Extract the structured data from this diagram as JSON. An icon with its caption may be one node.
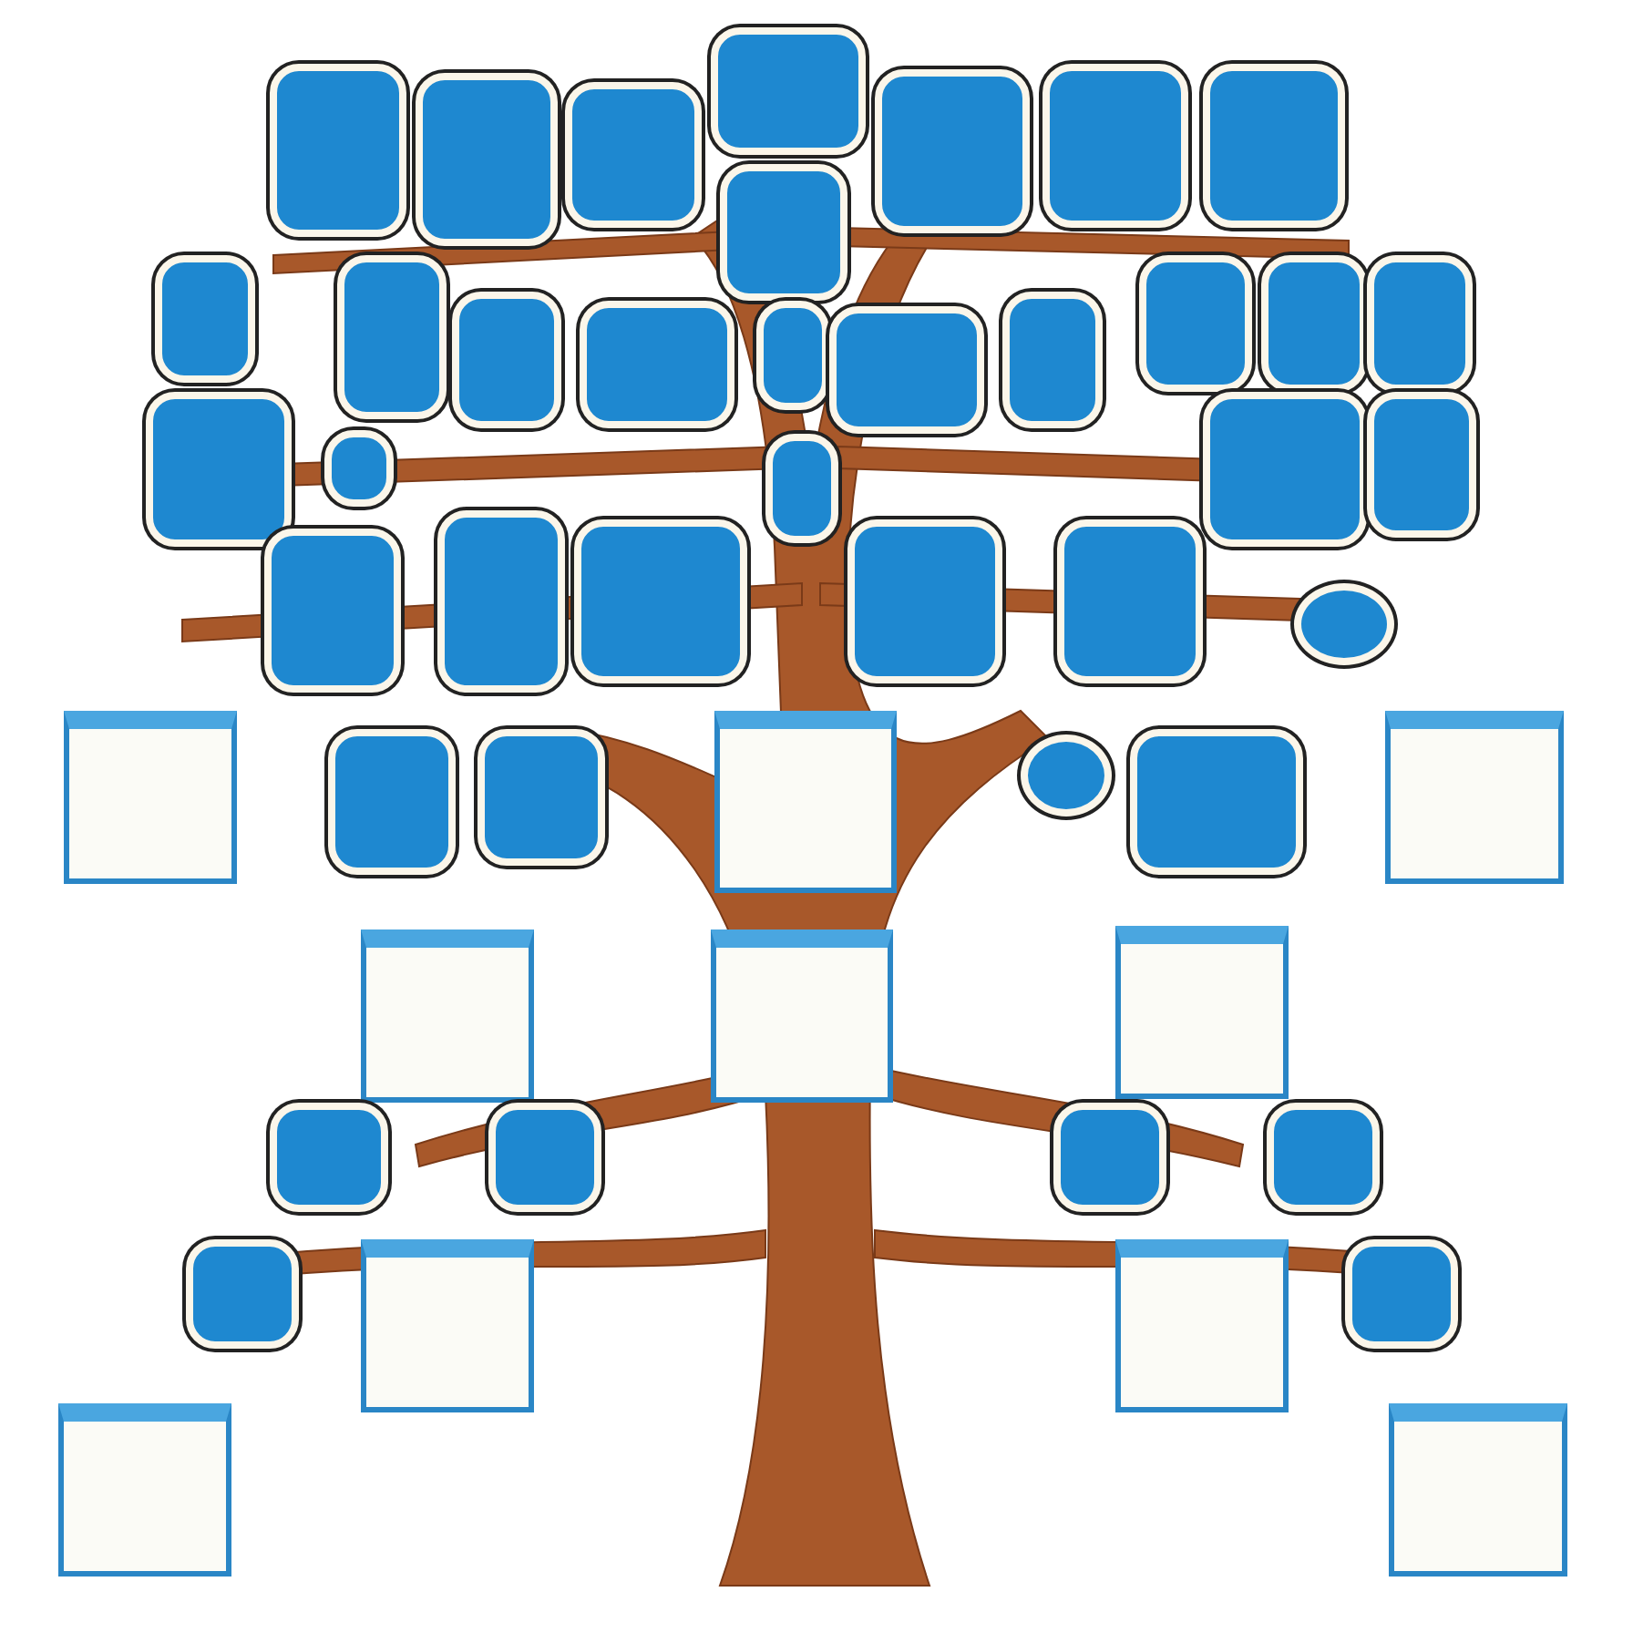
{
  "diagram": {
    "nodes": [
      {
        "text": [],
        "shape": "box"
      },
      {
        "text": [],
        "shape": "box"
      },
      {
        "text": [],
        "shape": "box"
      },
      {
        "text": [],
        "shape": "box"
      },
      {
        "text": [],
        "shape": "box"
      },
      {
        "text": [],
        "shape": "box"
      },
      {
        "text": [],
        "shape": "box"
      },
      {
        "text": [],
        "shape": "box"
      },
      {
        "text": [],
        "shape": "box"
      },
      {
        "text": [],
        "shape": "box"
      },
      {
        "text": [],
        "shape": "box"
      },
      {
        "text": [],
        "shape": "box"
      },
      {
        "text": [],
        "shape": "box"
      },
      {
        "text": [],
        "shape": "box"
      },
      {
        "text": [],
        "shape": "box"
      },
      {
        "text": [],
        "shape": "box"
      },
      {
        "text": [],
        "shape": "box"
      },
      {
        "text": [],
        "shape": "box"
      },
      {
        "text": [],
        "shape": "box"
      },
      {
        "text": [],
        "shape": "box"
      },
      {
        "text": [],
        "shape": "box"
      },
      {
        "text": [],
        "shape": "box"
      },
      {
        "text": [],
        "shape": "box"
      },
      {
        "text": [],
        "shape": "box"
      },
      {
        "text": [],
        "shape": "box"
      },
      {
        "text": [],
        "shape": "box"
      },
      {
        "text": [],
        "shape": "box"
      },
      {
        "text": [],
        "shape": "box"
      },
      {
        "text": [],
        "shape": "circle"
      },
      {
        "text": [],
        "shape": "card"
      },
      {
        "text": [],
        "shape": "card"
      },
      {
        "text": [],
        "shape": "card"
      },
      {
        "text": [],
        "shape": "box"
      },
      {
        "text": [],
        "shape": "box"
      },
      {
        "text": [],
        "shape": "circle"
      },
      {
        "text": [],
        "shape": "box"
      },
      {
        "text": [],
        "shape": "card"
      },
      {
        "text": [],
        "shape": "card"
      },
      {
        "text": [],
        "shape": "card"
      },
      {
        "text": [],
        "shape": "card"
      },
      {
        "text": [],
        "shape": "card"
      },
      {
        "text": [],
        "shape": "card"
      },
      {
        "text": [],
        "shape": "card"
      },
      {
        "text": [],
        "shape": "box"
      },
      {
        "text": [],
        "shape": "box"
      },
      {
        "text": [],
        "shape": "box"
      },
      {
        "text": [],
        "shape": "box"
      },
      {
        "text": [],
        "shape": "box"
      },
      {
        "text": [],
        "shape": "box"
      }
    ]
  }
}
